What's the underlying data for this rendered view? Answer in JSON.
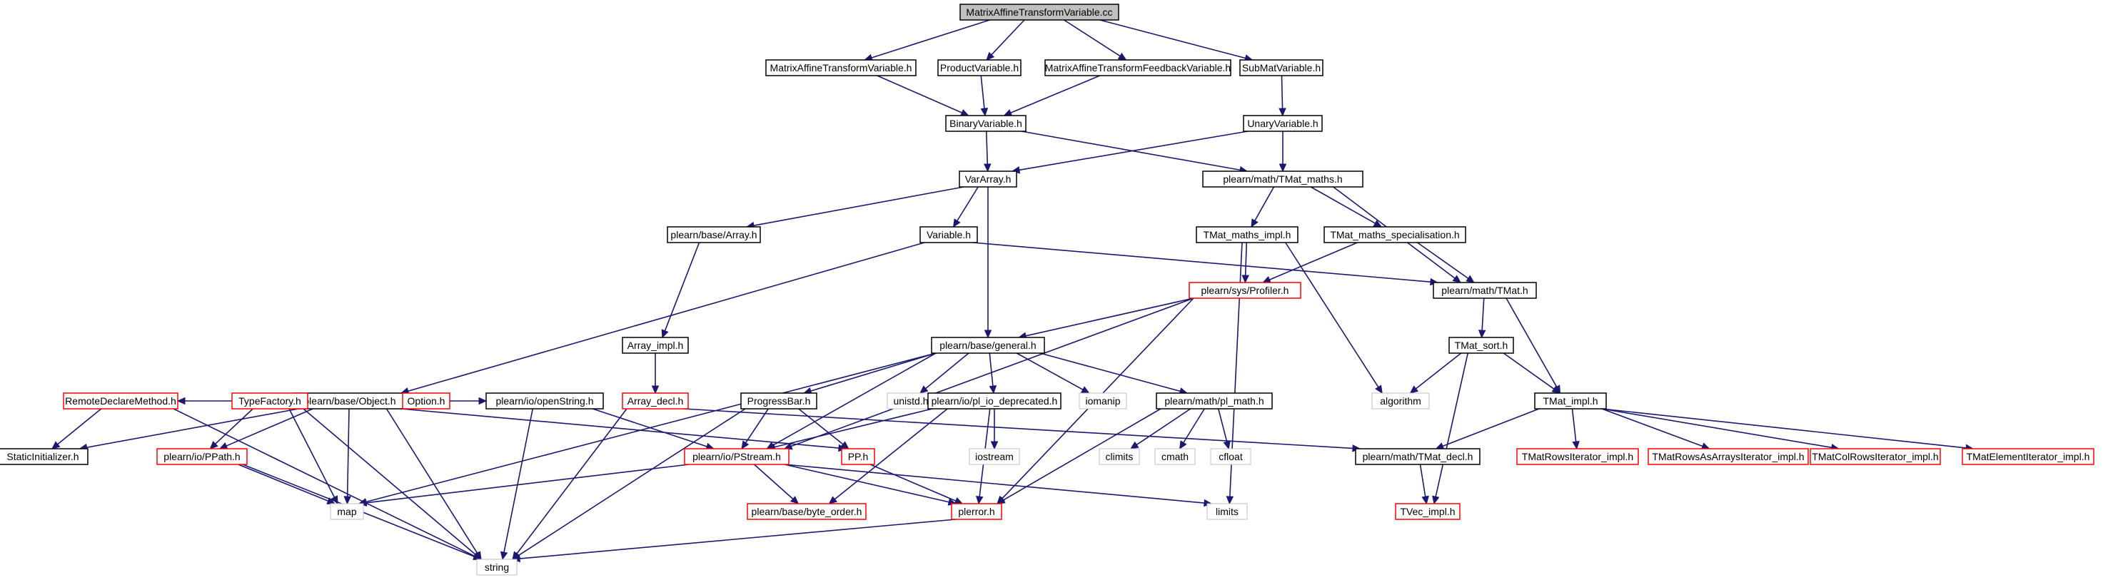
{
  "colors": {
    "edge": "#191970",
    "normal_border": "#000000",
    "incomplete_border": "#ff0000",
    "system_border": "#bfbfbf",
    "root_fill": "#bfbfbf",
    "node_fill": "#ffffff"
  },
  "nodes": [
    {
      "id": "root",
      "label": "MatrixAffineTransformVariable.cc",
      "kind": "root"
    },
    {
      "id": "matvar",
      "label": "MatrixAffineTransformVariable.h",
      "kind": "normal"
    },
    {
      "id": "prodvar",
      "label": "ProductVariable.h",
      "kind": "normal"
    },
    {
      "id": "matfbvar",
      "label": "MatrixAffineTransformFeedbackVariable.h",
      "kind": "normal"
    },
    {
      "id": "submat",
      "label": "SubMatVariable.h",
      "kind": "normal"
    },
    {
      "id": "binvar",
      "label": "BinaryVariable.h",
      "kind": "normal"
    },
    {
      "id": "unaryvar",
      "label": "UnaryVariable.h",
      "kind": "normal"
    },
    {
      "id": "vararray",
      "label": "VarArray.h",
      "kind": "normal"
    },
    {
      "id": "tmatmaths",
      "label": "plearn/math/TMat_maths.h",
      "kind": "normal"
    },
    {
      "id": "basearray",
      "label": "plearn/base/Array.h",
      "kind": "normal"
    },
    {
      "id": "variable",
      "label": "Variable.h",
      "kind": "normal"
    },
    {
      "id": "tmatmathsimpl",
      "label": "TMat_maths_impl.h",
      "kind": "normal"
    },
    {
      "id": "tmatmathsspec",
      "label": "TMat_maths_specialisation.h",
      "kind": "normal"
    },
    {
      "id": "profiler",
      "label": "plearn/sys/Profiler.h",
      "kind": "incomplete"
    },
    {
      "id": "tmat",
      "label": "plearn/math/TMat.h",
      "kind": "normal"
    },
    {
      "id": "arrayimpl",
      "label": "Array_impl.h",
      "kind": "normal"
    },
    {
      "id": "general",
      "label": "plearn/base/general.h",
      "kind": "normal"
    },
    {
      "id": "tmatsort",
      "label": "TMat_sort.h",
      "kind": "normal"
    },
    {
      "id": "object",
      "label": "plearn/base/Object.h",
      "kind": "normal"
    },
    {
      "id": "remotedecl",
      "label": "RemoteDeclareMethod.h",
      "kind": "incomplete"
    },
    {
      "id": "typefactory",
      "label": "TypeFactory.h",
      "kind": "incomplete"
    },
    {
      "id": "option",
      "label": "Option.h",
      "kind": "incomplete"
    },
    {
      "id": "openstring",
      "label": "plearn/io/openString.h",
      "kind": "normal"
    },
    {
      "id": "arraydecl",
      "label": "Array_decl.h",
      "kind": "incomplete"
    },
    {
      "id": "progressbar",
      "label": "ProgressBar.h",
      "kind": "normal"
    },
    {
      "id": "unistd",
      "label": "unistd.h",
      "kind": "system"
    },
    {
      "id": "pliodep",
      "label": "plearn/io/pl_io_deprecated.h",
      "kind": "normal"
    },
    {
      "id": "iomanip",
      "label": "iomanip",
      "kind": "system"
    },
    {
      "id": "plmath",
      "label": "plearn/math/pl_math.h",
      "kind": "normal"
    },
    {
      "id": "algorithm",
      "label": "algorithm",
      "kind": "system"
    },
    {
      "id": "tmatimpl",
      "label": "TMat_impl.h",
      "kind": "normal"
    },
    {
      "id": "staticinit",
      "label": "StaticInitializer.h",
      "kind": "normal"
    },
    {
      "id": "ppath",
      "label": "plearn/io/PPath.h",
      "kind": "incomplete"
    },
    {
      "id": "pstream",
      "label": "plearn/io/PStream.h",
      "kind": "incomplete"
    },
    {
      "id": "pp",
      "label": "PP.h",
      "kind": "incomplete"
    },
    {
      "id": "iostream",
      "label": "iostream",
      "kind": "system"
    },
    {
      "id": "climits",
      "label": "climits",
      "kind": "system"
    },
    {
      "id": "cmath",
      "label": "cmath",
      "kind": "system"
    },
    {
      "id": "cfloat",
      "label": "cfloat",
      "kind": "system"
    },
    {
      "id": "tmatdecl",
      "label": "plearn/math/TMat_decl.h",
      "kind": "normal"
    },
    {
      "id": "tmatrowsit",
      "label": "TMatRowsIterator_impl.h",
      "kind": "incomplete"
    },
    {
      "id": "tmatrowsarr",
      "label": "TMatRowsAsArraysIterator_impl.h",
      "kind": "incomplete"
    },
    {
      "id": "tmatcolrows",
      "label": "TMatColRowsIterator_impl.h",
      "kind": "incomplete"
    },
    {
      "id": "tmatelem",
      "label": "TMatElementIterator_impl.h",
      "kind": "incomplete"
    },
    {
      "id": "map",
      "label": "map",
      "kind": "system"
    },
    {
      "id": "byteorder",
      "label": "plearn/base/byte_order.h",
      "kind": "incomplete"
    },
    {
      "id": "plerror",
      "label": "plerror.h",
      "kind": "incomplete"
    },
    {
      "id": "limits",
      "label": "limits",
      "kind": "system"
    },
    {
      "id": "tvecimpl",
      "label": "TVec_impl.h",
      "kind": "incomplete"
    },
    {
      "id": "string",
      "label": "string",
      "kind": "system"
    }
  ],
  "edges": [
    [
      "root",
      "matvar"
    ],
    [
      "root",
      "prodvar"
    ],
    [
      "root",
      "matfbvar"
    ],
    [
      "root",
      "submat"
    ],
    [
      "matvar",
      "binvar"
    ],
    [
      "prodvar",
      "binvar"
    ],
    [
      "matfbvar",
      "binvar"
    ],
    [
      "submat",
      "unaryvar"
    ],
    [
      "binvar",
      "vararray"
    ],
    [
      "binvar",
      "tmatmaths"
    ],
    [
      "unaryvar",
      "vararray"
    ],
    [
      "unaryvar",
      "tmatmaths"
    ],
    [
      "vararray",
      "basearray"
    ],
    [
      "vararray",
      "variable"
    ],
    [
      "vararray",
      "general"
    ],
    [
      "tmatmaths",
      "tmatmathsimpl"
    ],
    [
      "tmatmaths",
      "tmatmathsspec"
    ],
    [
      "tmatmaths",
      "tmat"
    ],
    [
      "basearray",
      "arrayimpl"
    ],
    [
      "variable",
      "object"
    ],
    [
      "variable",
      "tmat"
    ],
    [
      "tmatmathsimpl",
      "profiler"
    ],
    [
      "tmatmathsimpl",
      "algorithm"
    ],
    [
      "tmatmathsimpl",
      "limits"
    ],
    [
      "tmatmathsspec",
      "profiler"
    ],
    [
      "tmatmathsspec",
      "tmat"
    ],
    [
      "profiler",
      "general"
    ],
    [
      "profiler",
      "pstream"
    ],
    [
      "profiler",
      "plerror"
    ],
    [
      "tmat",
      "tmatsort"
    ],
    [
      "tmat",
      "tmatimpl"
    ],
    [
      "arrayimpl",
      "arraydecl"
    ],
    [
      "general",
      "progressbar"
    ],
    [
      "general",
      "unistd"
    ],
    [
      "general",
      "pliodep"
    ],
    [
      "general",
      "iomanip"
    ],
    [
      "general",
      "plmath"
    ],
    [
      "general",
      "map"
    ],
    [
      "general",
      "pstream"
    ],
    [
      "tmatsort",
      "algorithm"
    ],
    [
      "tmatsort",
      "tmatimpl"
    ],
    [
      "tmatsort",
      "tvecimpl"
    ],
    [
      "object",
      "staticinit"
    ],
    [
      "object",
      "remotedecl"
    ],
    [
      "object",
      "typefactory"
    ],
    [
      "object",
      "option"
    ],
    [
      "object",
      "openstring"
    ],
    [
      "object",
      "ppath"
    ],
    [
      "object",
      "map"
    ],
    [
      "object",
      "string"
    ],
    [
      "object",
      "pp"
    ],
    [
      "remotedecl",
      "staticinit"
    ],
    [
      "remotedecl",
      "string"
    ],
    [
      "typefactory",
      "ppath"
    ],
    [
      "typefactory",
      "map"
    ],
    [
      "typefactory",
      "string"
    ],
    [
      "openstring",
      "pstream"
    ],
    [
      "openstring",
      "string"
    ],
    [
      "arraydecl",
      "string"
    ],
    [
      "arraydecl",
      "tmatdecl"
    ],
    [
      "progressbar",
      "pstream"
    ],
    [
      "progressbar",
      "pp"
    ],
    [
      "progressbar",
      "string"
    ],
    [
      "pliodep",
      "pstream"
    ],
    [
      "pliodep",
      "iostream"
    ],
    [
      "pliodep",
      "byteorder"
    ],
    [
      "pliodep",
      "plerror"
    ],
    [
      "plmath",
      "climits"
    ],
    [
      "plmath",
      "cmath"
    ],
    [
      "plmath",
      "cfloat"
    ],
    [
      "plmath",
      "plerror"
    ],
    [
      "tmatimpl",
      "tmatdecl"
    ],
    [
      "tmatimpl",
      "tmatrowsit"
    ],
    [
      "tmatimpl",
      "tmatrowsarr"
    ],
    [
      "tmatimpl",
      "tmatcolrows"
    ],
    [
      "tmatimpl",
      "tmatelem"
    ],
    [
      "ppath",
      "map"
    ],
    [
      "ppath",
      "string"
    ],
    [
      "pstream",
      "map"
    ],
    [
      "pstream",
      "byteorder"
    ],
    [
      "pstream",
      "plerror"
    ],
    [
      "pstream",
      "limits"
    ],
    [
      "pp",
      "plerror"
    ],
    [
      "tmatdecl",
      "tvecimpl"
    ],
    [
      "plerror",
      "string"
    ]
  ]
}
